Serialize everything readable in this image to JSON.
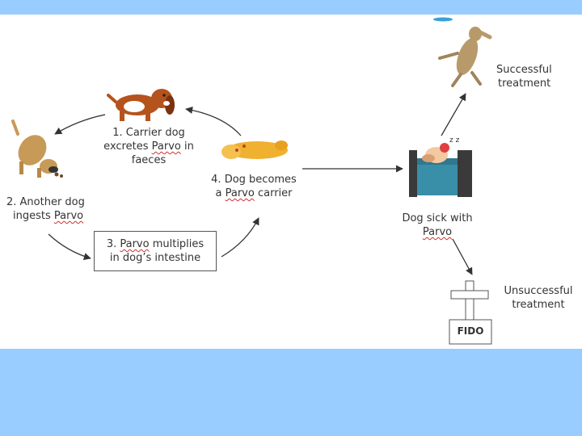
{
  "steps": {
    "step1": {
      "prefix": "1.  Carrier dog",
      "line2_a": "excretes ",
      "line2_parvo": "Parvo",
      "line2_b": " in",
      "line3": "faeces"
    },
    "step2": {
      "line1": "2.  Another dog",
      "line2_a": "ingests ",
      "line2_parvo": "Parvo"
    },
    "step3": {
      "line1_a": "3.  ",
      "line1_parvo": "Parvo",
      "line1_b": " multiplies",
      "line2": "in dog’s intestine"
    },
    "step4": {
      "line1": "4.  Dog becomes",
      "line2_a": "a ",
      "line2_parvo": "Parvo",
      "line2_b": " carrier"
    }
  },
  "outcomes": {
    "sick": {
      "line1": "Dog sick with",
      "line2_parvo": "Parvo"
    },
    "success": {
      "line1": "Successful",
      "line2": "treatment"
    },
    "failure": {
      "line1": "Unsuccessful",
      "line2": "treatment"
    }
  },
  "tombstone": {
    "name": "FIDO"
  },
  "colors": {
    "background": "#99ccff",
    "slide": "#ffffff",
    "arrow": "#333333",
    "carrier_dog_brown": "#b5531c",
    "sick_dog_bed": "#3a8fa8",
    "jumping_dog": "#b89a6a",
    "lying_dog": "#f0b030"
  }
}
